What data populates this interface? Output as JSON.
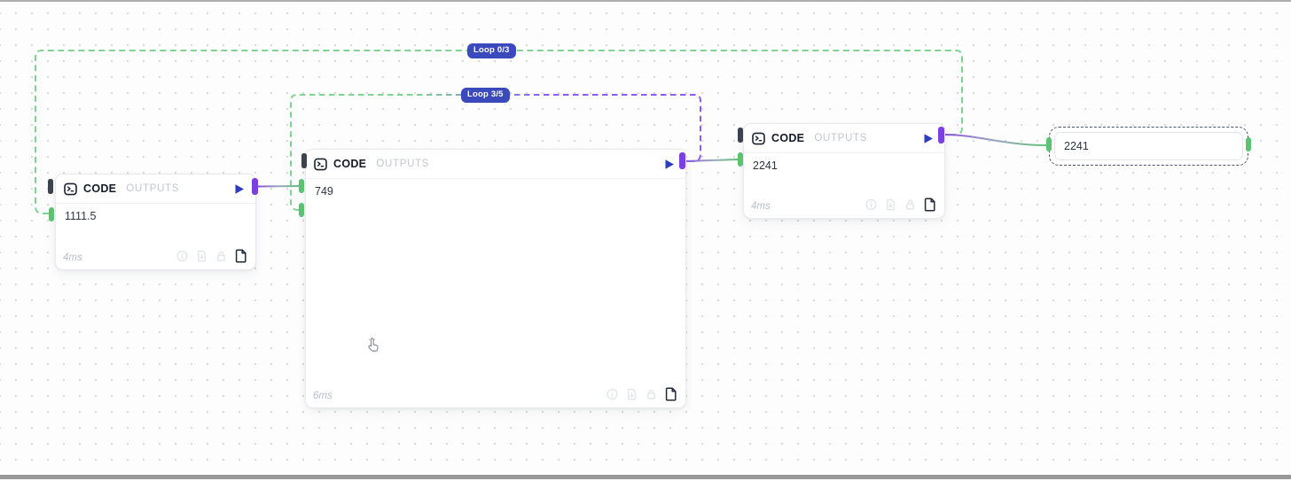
{
  "loops": [
    {
      "label": "Loop 0/3"
    },
    {
      "label": "Loop 3/5"
    }
  ],
  "nodes": [
    {
      "title": "CODE",
      "tab": "OUTPUTS",
      "value": "1111.5",
      "duration": "4ms"
    },
    {
      "title": "CODE",
      "tab": "OUTPUTS",
      "value": "749",
      "duration": "6ms"
    },
    {
      "title": "CODE",
      "tab": "OUTPUTS",
      "value": "2241",
      "duration": "4ms"
    }
  ],
  "result": {
    "value": "2241"
  },
  "icons": {
    "node_header": "terminal-icon",
    "run": "play-icon",
    "footer": [
      "info-icon",
      "file-export-icon",
      "lock-icon",
      "document-icon"
    ]
  },
  "colors": {
    "loop_green": "#7fd494",
    "loop_purple": "#8b5cf6",
    "port_green": "#5ac271",
    "port_purple": "#7c3fe0",
    "port_dark": "#3c4250",
    "play_indigo": "#2e3cc2",
    "badge_indigo": "#3a49bb"
  }
}
